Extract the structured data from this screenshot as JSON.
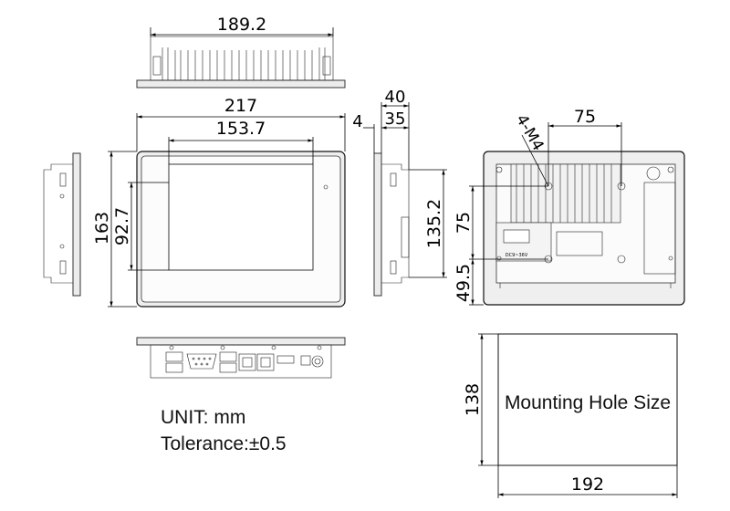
{
  "dimensions": {
    "top_width": "189.2",
    "overall_width": "217",
    "screen_width": "153.7",
    "overall_height": "163",
    "screen_height": "92.7",
    "depth_total": "40",
    "bezel_depth": "4",
    "body_depth": "35",
    "side_height": "135.2",
    "hole_spacing_h": "75",
    "hole_spacing_v": "75",
    "hole_offset_v": "49.5",
    "hole_spec": "4-M4",
    "cutout_height": "138",
    "cutout_width": "192"
  },
  "labels": {
    "unit": "UNIT: mm",
    "tolerance": "Tolerance:±0.5",
    "cutout_title": "Mounting Hole Size",
    "power_terminal": "DC9~36V"
  }
}
